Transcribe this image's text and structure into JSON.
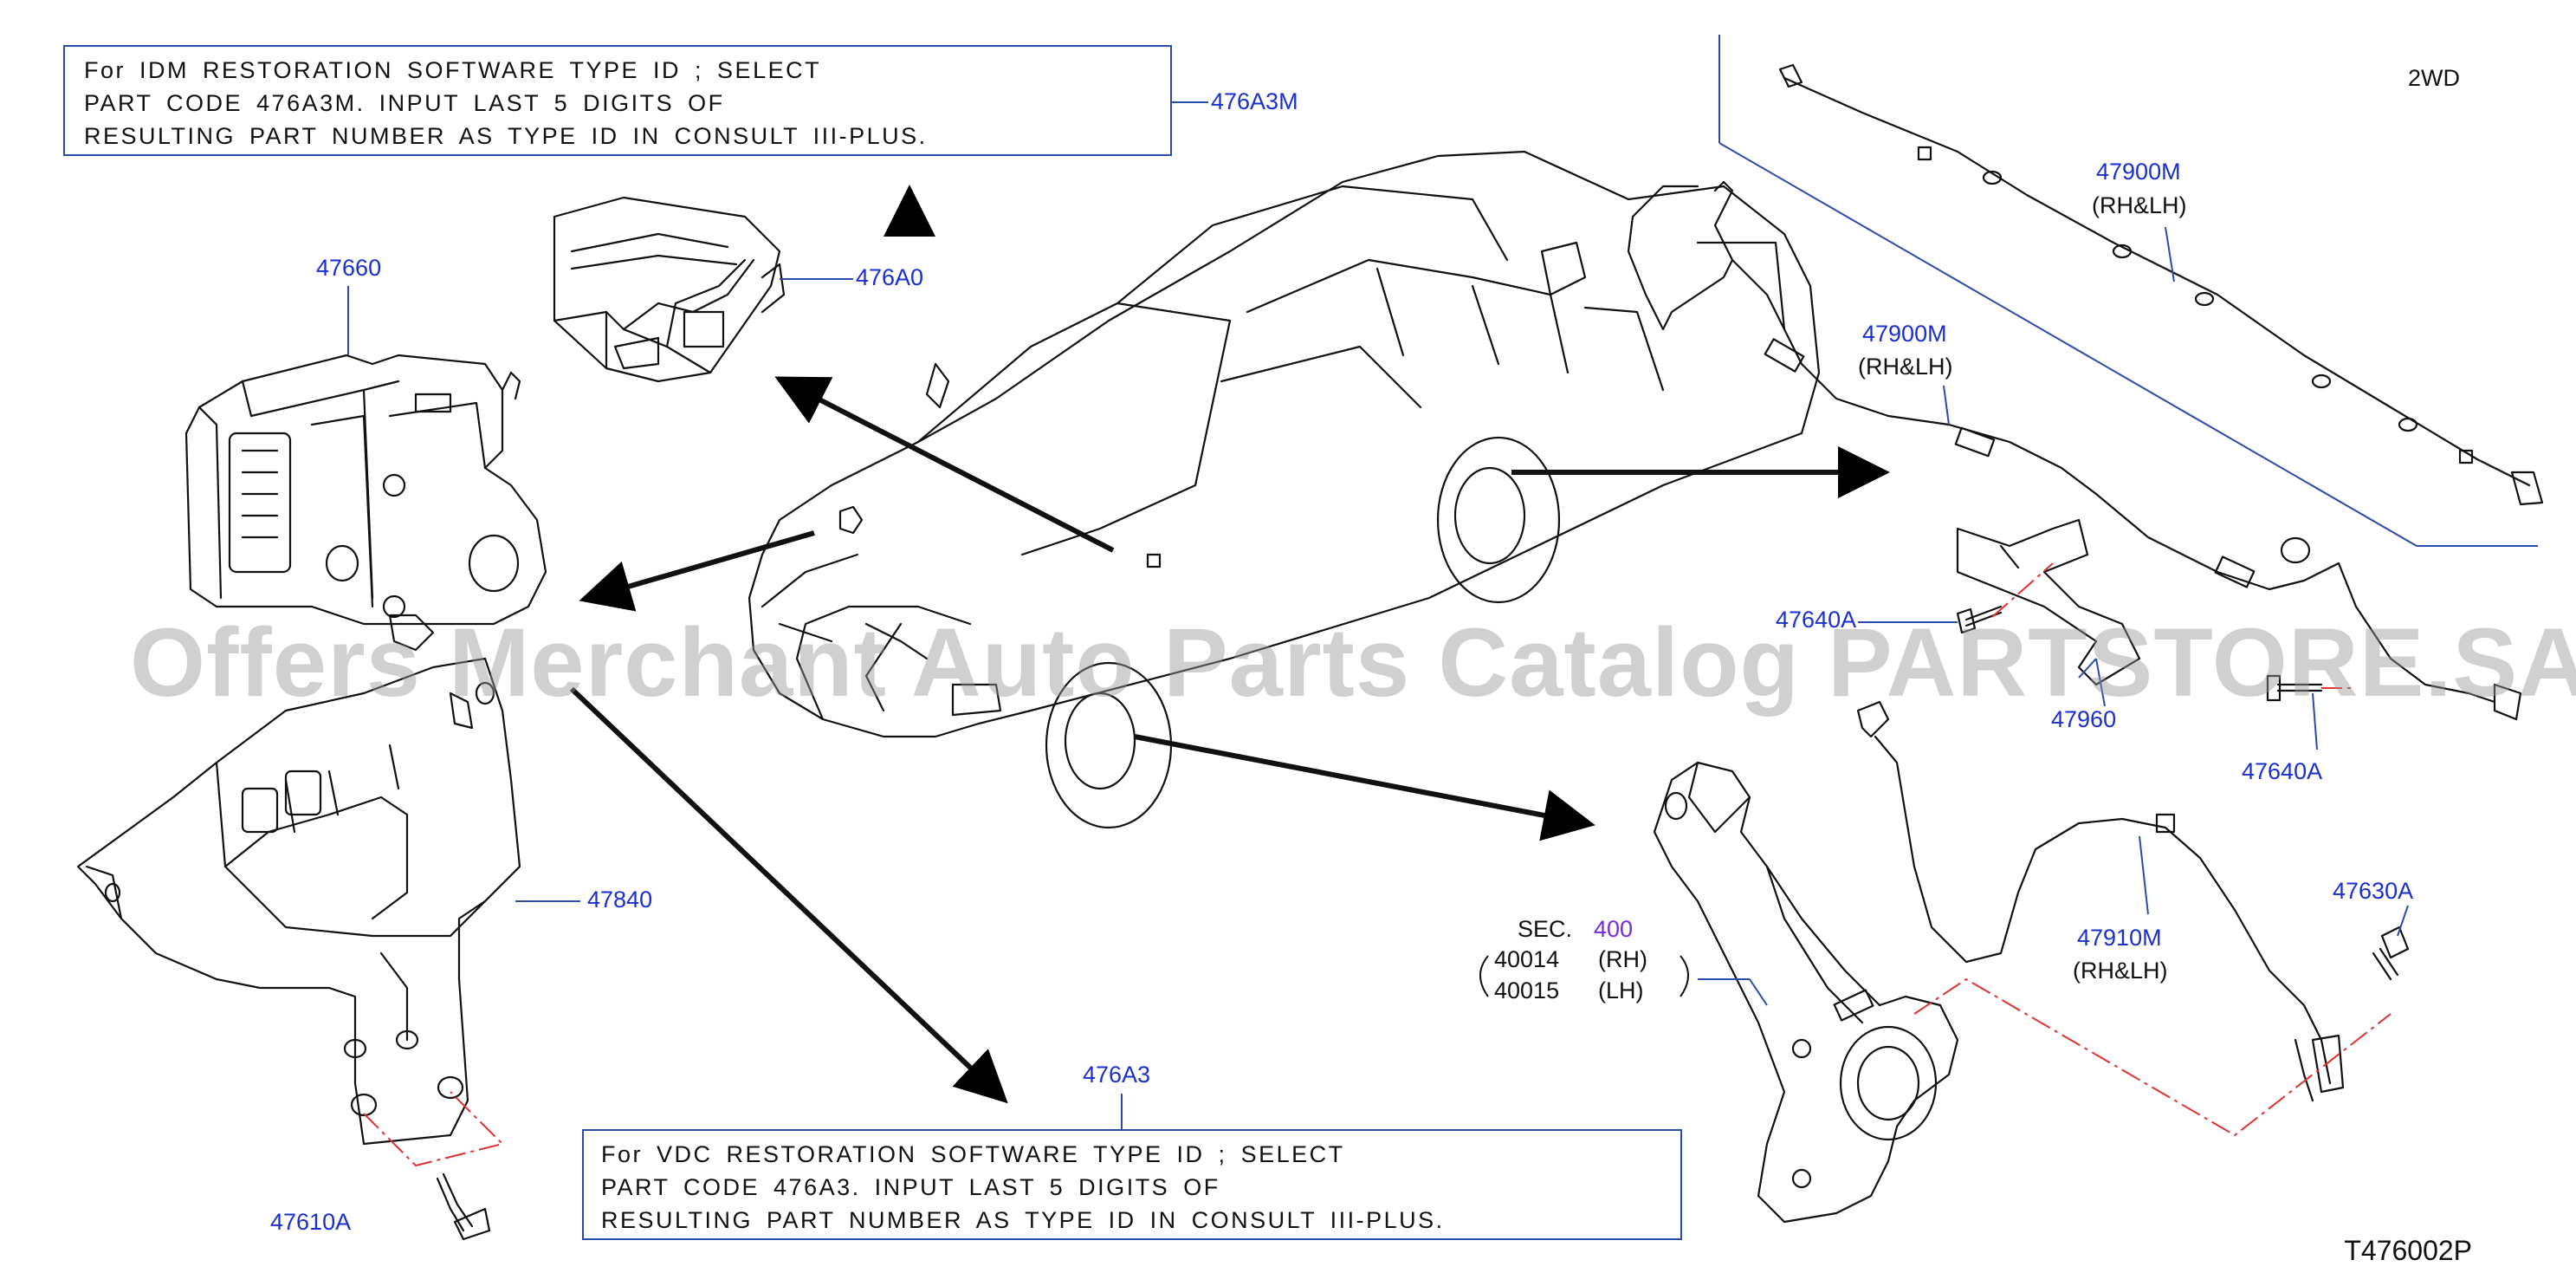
{
  "notes": {
    "idm": [
      "For  IDM  RESTORATION  SOFTWARE  TYPE  ID  ;  SELECT",
      "PART  CODE  476A3M.  INPUT  LAST  5  DIGITS  OF",
      "RESULTING  PART  NUMBER  AS  TYPE  ID  IN  CONSULT  III-PLUS."
    ],
    "vdc": [
      "For  VDC  RESTORATION  SOFTWARE  TYPE  ID  ;  SELECT",
      "PART  CODE  476A3.  INPUT  LAST  5  DIGITS  OF",
      "RESULTING  PART  NUMBER  AS  TYPE  ID  IN  CONSULT  III-PLUS."
    ]
  },
  "labels": {
    "p476a3m": "476A3M",
    "p476a0": "476A0",
    "p47660": "47660",
    "p47840": "47840",
    "p47610a": "47610A",
    "p476a3": "476A3",
    "p47900m_top": "47900M",
    "rhlh_top": "(RH&LH)",
    "p47900m_mid": "47900M",
    "rhlh_mid": "(RH&LH)",
    "p47640a_left": "47640A",
    "p47960": "47960",
    "p47640a_right": "47640A",
    "p47630a": "47630A",
    "p47910m": "47910M",
    "rhlh_bot": "(RH&LH)",
    "wd": "2WD",
    "sec": "SEC.",
    "sec_num": "400",
    "p40014": "40014",
    "rh": "(RH)",
    "p40015": "40015",
    "lh": "(LH)"
  },
  "watermark": "Offers Merchant Auto Parts Catalog PARTSTORE.SA",
  "diagram_code": "T476002P"
}
